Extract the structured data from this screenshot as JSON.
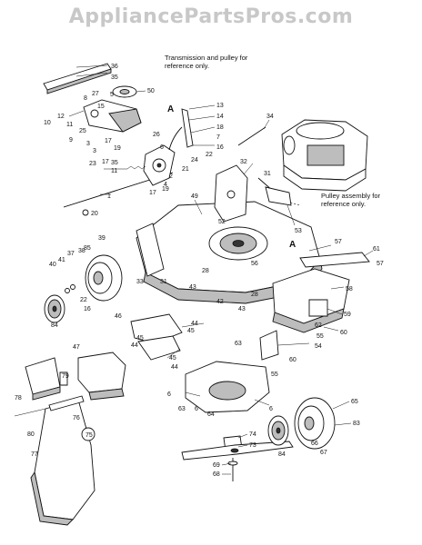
{
  "watermark": "AppliancePartsPros.com",
  "notes": {
    "transmission": "Transmission and pulley for reference only.",
    "pulley": "Pulley assembly for reference only."
  },
  "view_markers": {
    "a1": "A",
    "a2": "A"
  },
  "callouts": {
    "c36": "36",
    "c35": "35",
    "c50": "50",
    "c5": "5",
    "c27": "27",
    "c8": "8",
    "c15": "15",
    "c12": "12",
    "c10": "10",
    "c11": "11",
    "c25": "25",
    "c9": "9",
    "c3": "3",
    "c17a": "17",
    "c19a": "19",
    "c23": "23",
    "c13": "13",
    "c14": "14",
    "c18": "18",
    "c7": "7",
    "c16": "16",
    "c22": "22",
    "c24": "24",
    "c21": "21",
    "c26": "26",
    "c6a": "6",
    "c2": "2",
    "c4": "4",
    "c11b": "11",
    "c17b": "17",
    "c19b": "19",
    "c1": "1",
    "c20": "20",
    "c34": "34",
    "c32": "32",
    "c31": "31",
    "c49": "49",
    "c52": "52",
    "c53": "53",
    "c39": "39",
    "c85": "85",
    "c40": "40",
    "c41": "41",
    "c37": "37",
    "c38": "38",
    "c16b": "16",
    "c33": "33",
    "c28": "28",
    "c43": "43",
    "c42": "42",
    "c43b": "43",
    "c28b": "28",
    "c56": "56",
    "c57": "57",
    "c61": "61",
    "c57b": "57",
    "c58": "58",
    "c59": "59",
    "c60": "60",
    "c84": "84",
    "c46": "46",
    "c44": "44",
    "c45": "45",
    "c44b": "44",
    "c47": "47",
    "c45b": "45",
    "c44c": "44",
    "c62": "62",
    "c54": "54",
    "c55": "55",
    "c55b": "55",
    "c63": "63",
    "c79": "79",
    "c78": "78",
    "c76": "76",
    "c80": "80",
    "c75": "75",
    "c77": "77",
    "c6b": "6",
    "c63b": "63",
    "c64": "64",
    "c6c": "6",
    "c65": "65",
    "c83": "83",
    "c84b": "84",
    "c66": "66",
    "c67": "67",
    "c74": "74",
    "c73": "73",
    "c69": "69",
    "c68": "68",
    "c35b": "35",
    "c3b": "3"
  }
}
